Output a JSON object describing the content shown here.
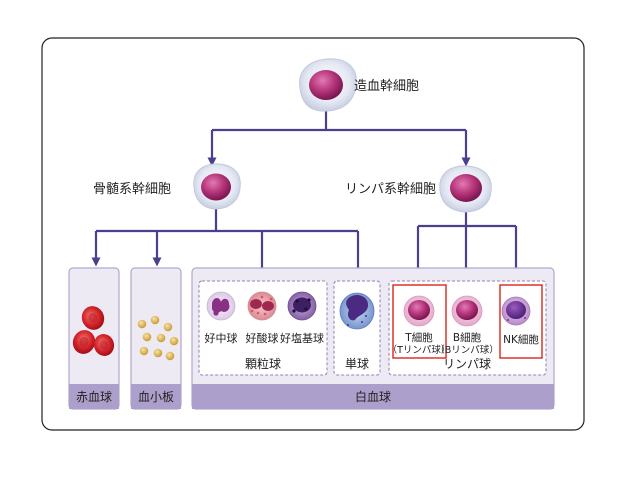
{
  "colors": {
    "arrow": "#4b3f8f",
    "panel": "#eeeaf4",
    "panel_border": "#b1a7cd",
    "bar": "#ad9fcb",
    "dashed": "#8d82b5",
    "red_box": "#d9261c",
    "cell_magenta": "#b5357a",
    "rbc": "#d5232b",
    "platelet": "#d9b24c"
  },
  "icons": {
    "stem": "stem-cell-icon",
    "myeloid": "myeloid-progenitor-icon",
    "lymphoid": "lymphoid-progenitor-icon"
  },
  "nodes": {
    "stem": "造血幹細胞",
    "myeloid": "骨髄系幹細胞",
    "lymphoid": "リンパ系幹細胞"
  },
  "cells": {
    "neutrophil": "好中球",
    "eosinophil": "好酸球",
    "basophil": "好塩基球",
    "monocyte": "単球",
    "t_cell_1": "T細胞",
    "t_cell_2": "（Tリンパ球）",
    "b_cell_1": "B細胞",
    "b_cell_2": "（Bリンパ球）",
    "nk_cell": "NK細胞"
  },
  "groups": {
    "rbc": "赤血球",
    "platelet": "血小板",
    "granulocyte": "顆粒球",
    "lymphocyte": "リンパ球",
    "wbc": "白血球"
  }
}
